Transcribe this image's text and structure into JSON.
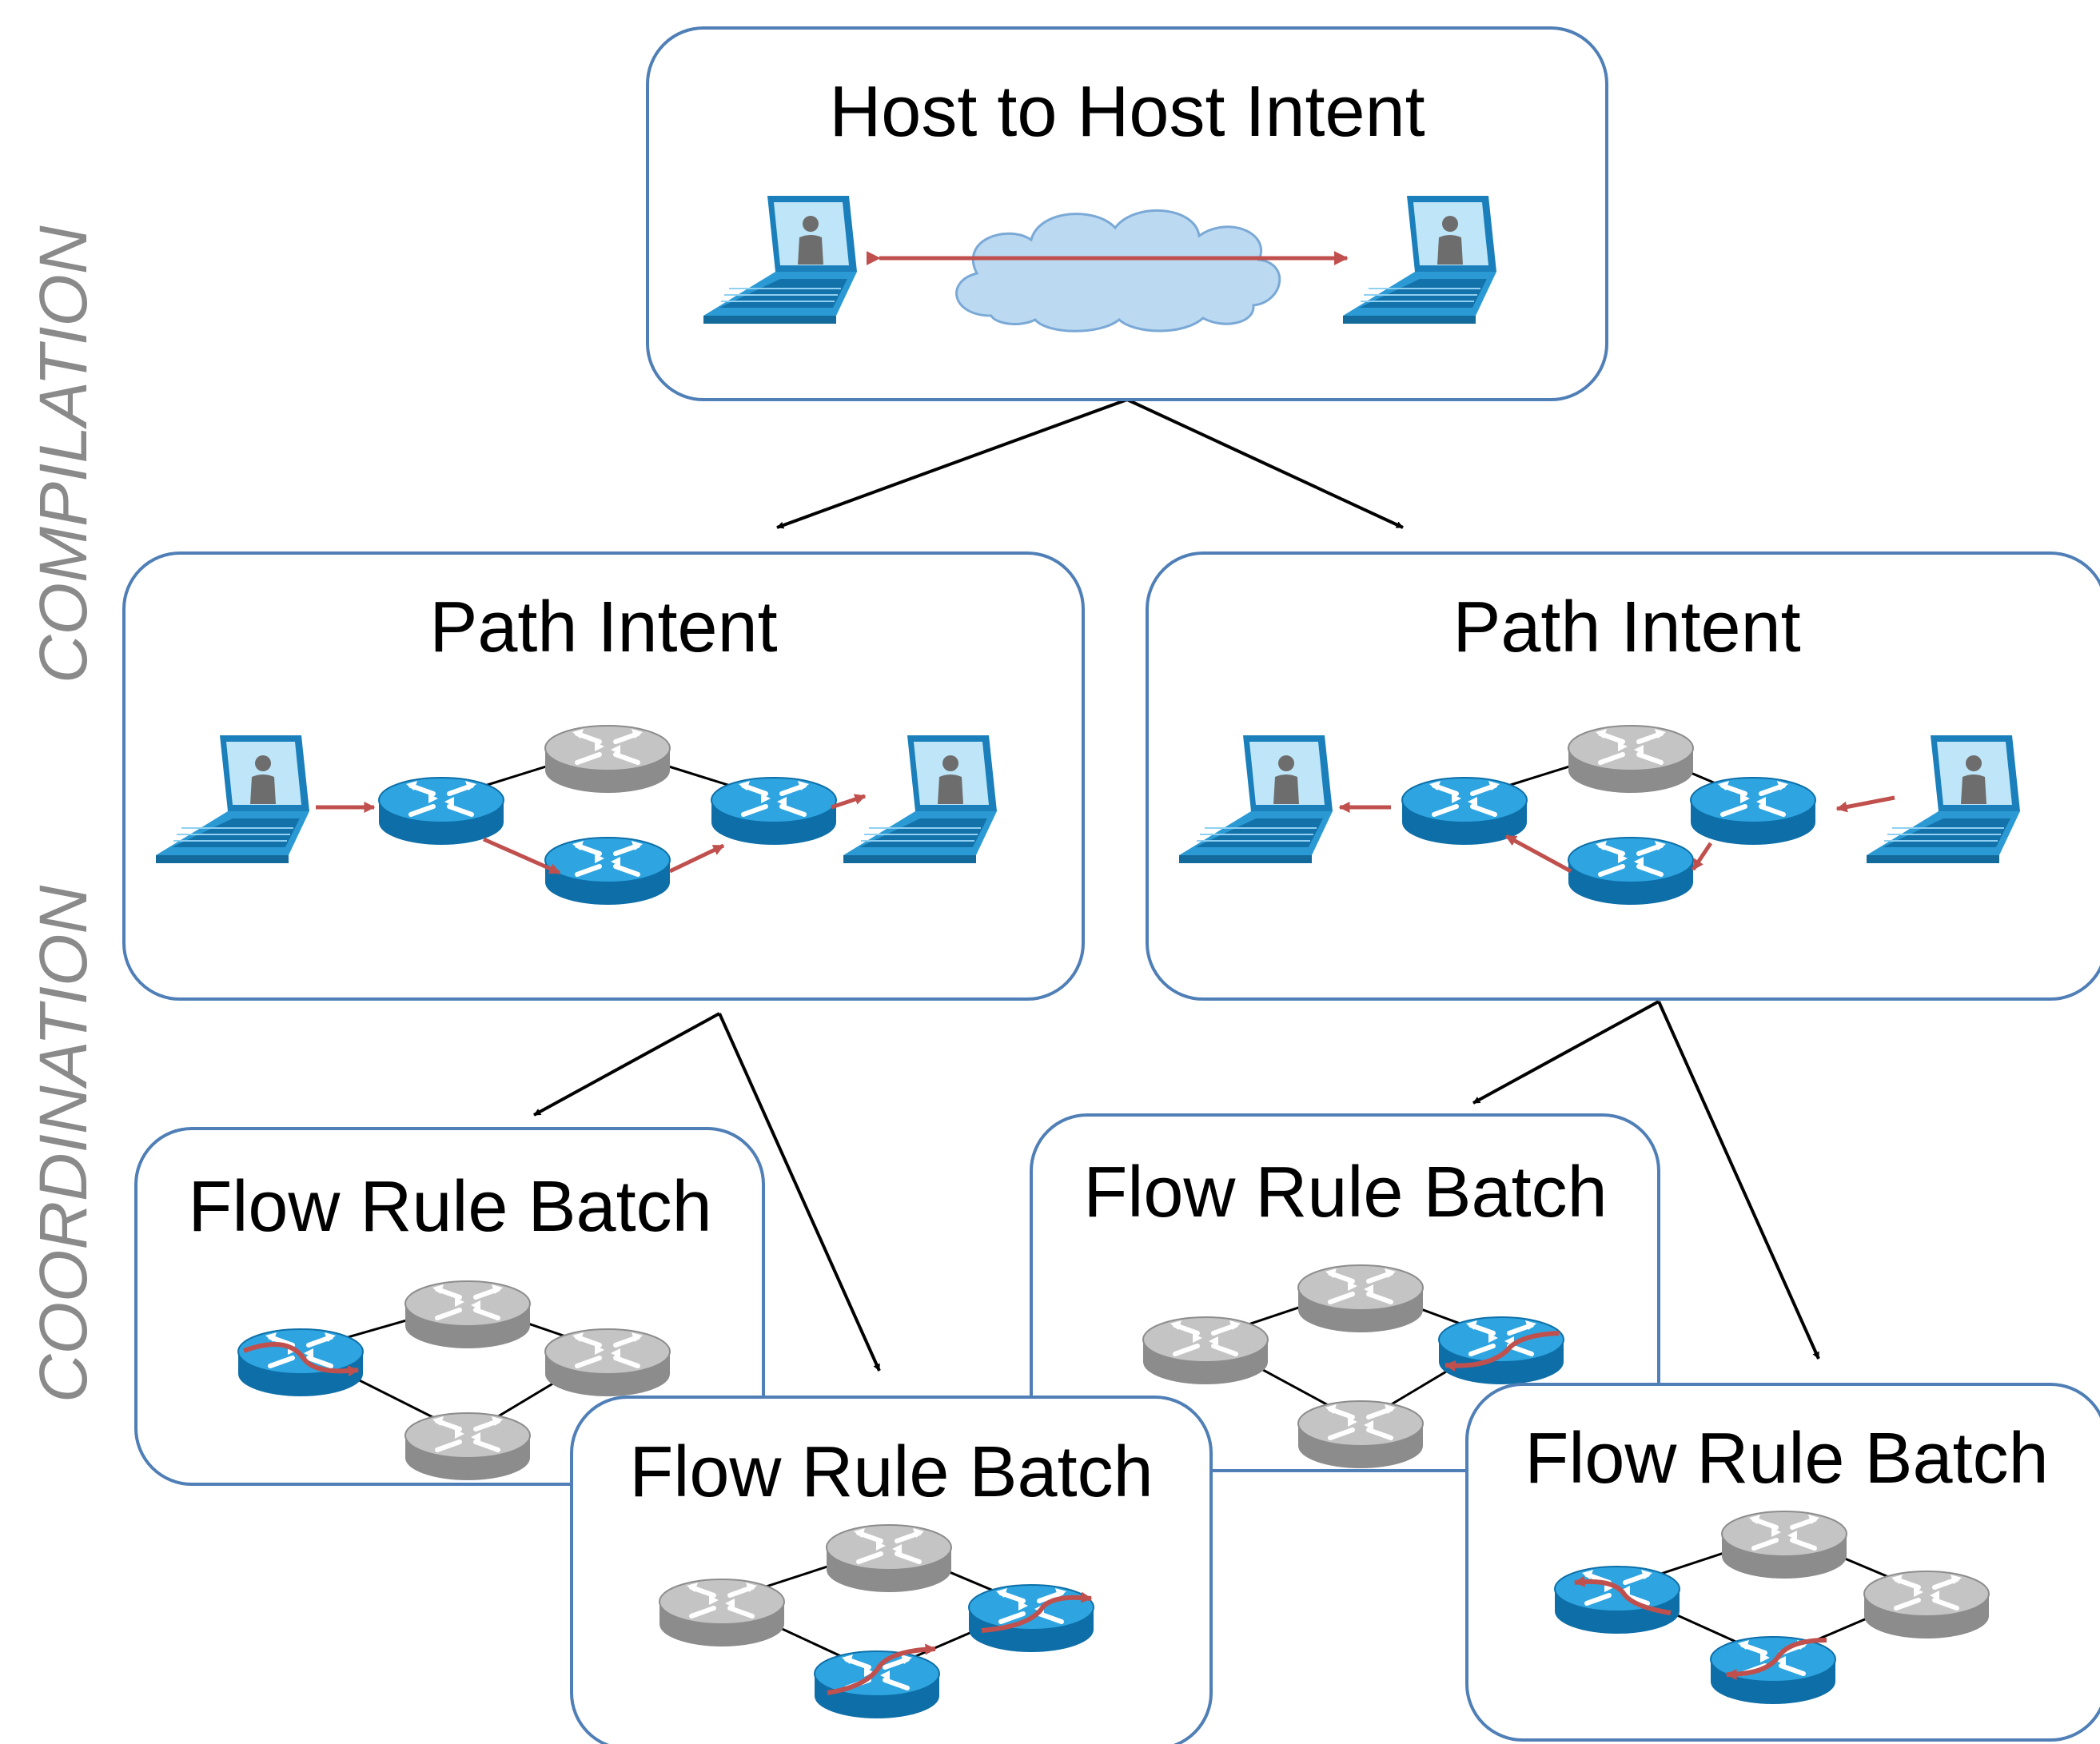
{
  "side_labels": {
    "compilation": "COMPILATION",
    "coordination": "COORDINATION"
  },
  "boxes": {
    "host_intent": {
      "title": "Host to Host Intent"
    },
    "path_intent_left": {
      "title": "Path Intent"
    },
    "path_intent_right": {
      "title": "Path Intent"
    },
    "flow_batch_1": {
      "title": "Flow Rule Batch"
    },
    "flow_batch_2": {
      "title": "Flow Rule Batch"
    },
    "flow_batch_3": {
      "title": "Flow Rule Batch"
    },
    "flow_batch_4": {
      "title": "Flow Rule Batch"
    }
  },
  "icons": {
    "host": "laptop-icon",
    "network": "cloud-icon",
    "switch": "router-icon"
  },
  "colors": {
    "box_border": "#4f7fb6",
    "router_active": "#1a8fd0",
    "router_inactive": "#9e9e9e",
    "laptop": "#1f9fd8",
    "flow_arrow": "#c0504d",
    "tree_arrow": "#000000",
    "side_label": "#8a8a8a",
    "cloud": "#bcd9f2"
  }
}
